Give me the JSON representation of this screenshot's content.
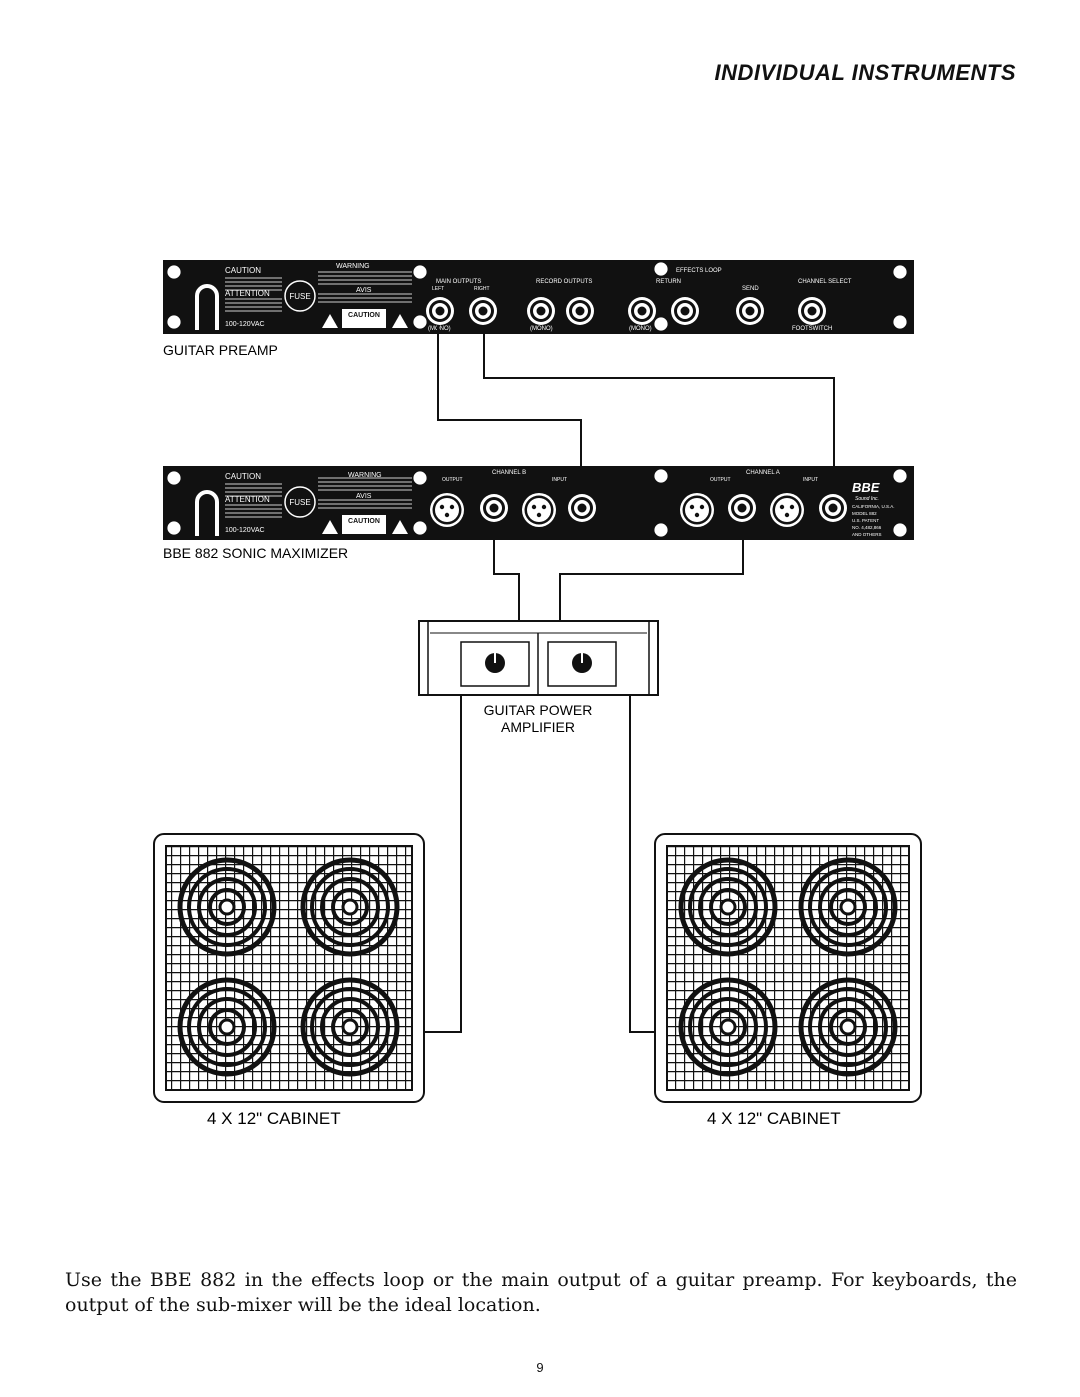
{
  "page": {
    "section_title": "INDIVIDUAL INSTRUMENTS",
    "caption": "Use the BBE 882 in the effects loop or the main output of a guitar preamp. For keyboards, the output of the sub-mixer will be the ideal location.",
    "page_number": "9"
  },
  "preamp": {
    "label": "GUITAR PREAMP",
    "caution": "CAUTION",
    "attention": "ATTENTION",
    "warning": "WARNING",
    "avis": "AVIS",
    "fuse": "FUSE",
    "voltage": "100-120VAC",
    "caution_box": "CAUTION",
    "main_outputs": "MAIN OUTPUTS",
    "record_outputs": "RECORD OUTPUTS",
    "effects_loop": "EFFECTS LOOP",
    "return_label": "RETURN",
    "send": "SEND",
    "channel_select": "CHANNEL SELECT",
    "left": "LEFT",
    "right": "RIGHT",
    "mono": "(MONO)",
    "footswitch": "FOOTSWITCH"
  },
  "maximizer": {
    "label": "BBE 882 SONIC MAXIMIZER",
    "caution": "CAUTION",
    "attention": "ATTENTION",
    "warning": "WARNING",
    "avis": "AVIS",
    "fuse": "FUSE",
    "voltage": "100-120VAC",
    "caution_box": "CAUTION",
    "channel_b": "CHANNEL B",
    "channel_a": "CHANNEL A",
    "output": "OUTPUT",
    "input": "INPUT",
    "brand": "BBE",
    "brand_sub": "Sound Inc.",
    "info_1": "CALIFORNIA, U.S.A.",
    "info_2": "MODEL 882",
    "info_3": "U.S. PATENT",
    "info_4": "NO. 4,482,866",
    "info_5": "AND OTHERS"
  },
  "amplifier": {
    "label_line1": "GUITAR POWER",
    "label_line2": "AMPLIFIER"
  },
  "cabinets": [
    {
      "label": "4  X  12\"  CABINET"
    },
    {
      "label": "4  X  12\"  CABINET"
    }
  ]
}
